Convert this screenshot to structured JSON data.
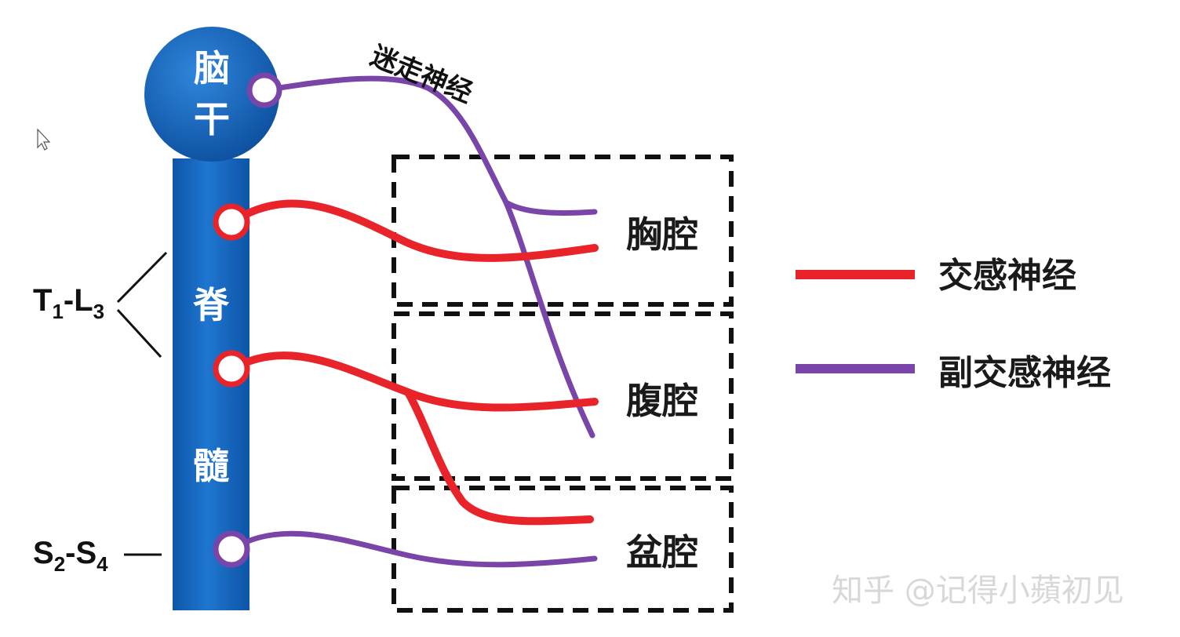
{
  "brainstem": {
    "label_line1": "脑",
    "label_line2": "干"
  },
  "spinal_cord": {
    "label_line1": "脊",
    "label_line2": "髓"
  },
  "segments": {
    "thoracolumbar": {
      "a": "T",
      "a_sub": "1",
      "sep": "-",
      "b": "L",
      "b_sub": "3"
    },
    "sacral": {
      "a": "S",
      "a_sub": "2",
      "sep": "-",
      "b": "S",
      "b_sub": "4"
    }
  },
  "vagus_label": "迷走神经",
  "cavities": [
    {
      "id": "thoracic",
      "label": "胸腔"
    },
    {
      "id": "abdominal",
      "label": "腹腔"
    },
    {
      "id": "pelvic",
      "label": "盆腔"
    }
  ],
  "legend": [
    {
      "label": "交感神经",
      "color": "#e8242a"
    },
    {
      "label": "副交感神经",
      "color": "#7a45a8"
    }
  ],
  "colors": {
    "sympathetic": "#e8242a",
    "parasympathetic": "#7a45a8",
    "cord_blue": "#1a6cc4",
    "box_dash": "#111111"
  },
  "watermark": "知乎 @记得小蘋初见"
}
